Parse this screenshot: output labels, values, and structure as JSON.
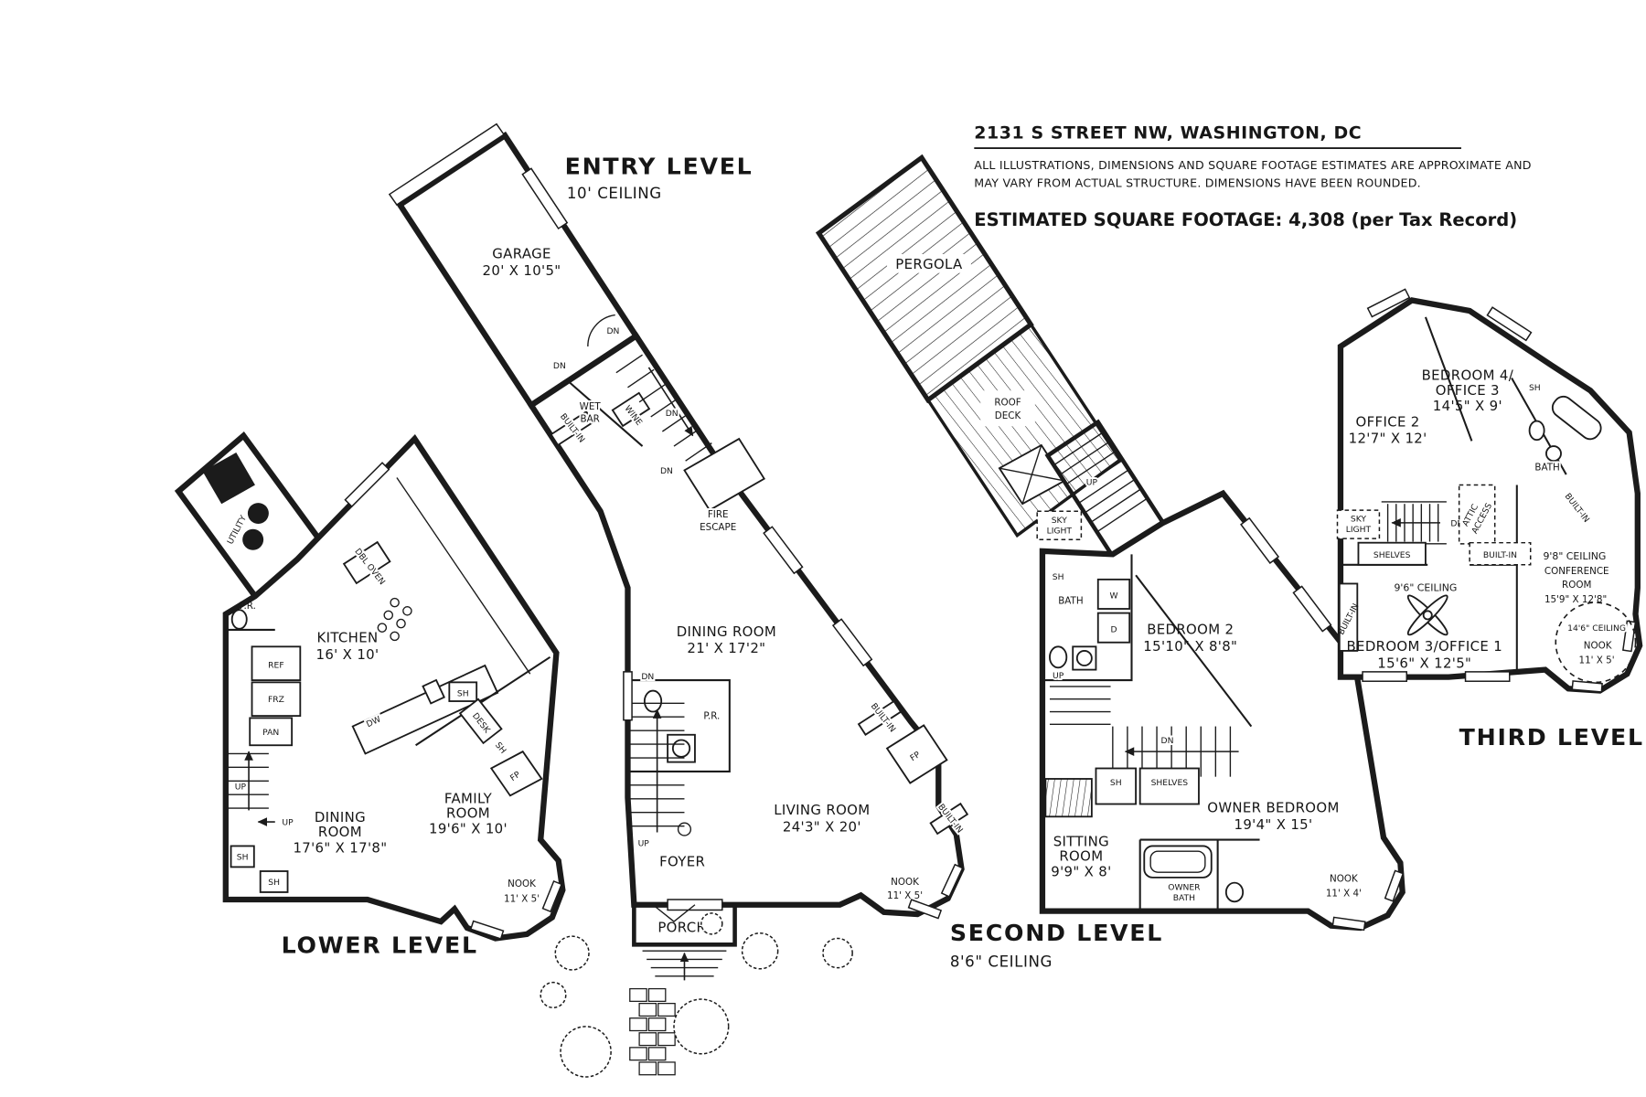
{
  "header": {
    "address": "2131 S STREET NW, WASHINGTON, DC",
    "disclaimer_line1": "ALL ILLUSTRATIONS, DIMENSIONS AND SQUARE FOOTAGE ESTIMATES ARE APPROXIMATE AND",
    "disclaimer_line2": "MAY VARY FROM ACTUAL STRUCTURE. DIMENSIONS HAVE BEEN ROUNDED.",
    "square_footage": "ESTIMATED SQUARE FOOTAGE: 4,308 (per Tax Record)"
  },
  "abbr": {
    "dn": "DN",
    "up": "UP",
    "sh": "SH",
    "fp": "FP",
    "pr": "P.R.",
    "dw": "DW",
    "w": "W",
    "d": "D",
    "ref": "REF",
    "frz": "FRZ",
    "pan": "PAN",
    "desk": "DESK",
    "wine": "WINE",
    "dbl_oven": "DBL OVEN",
    "built_in": "BUILT-IN",
    "shelves": "SHELVES",
    "utility": "UTILITY",
    "sky_light_1": "SKY",
    "sky_light_2": "LIGHT",
    "attic_access_1": "ATTIC",
    "attic_access_2": "ACCESS"
  },
  "entry": {
    "title": "ENTRY LEVEL",
    "ceiling": "10' CEILING",
    "garage": {
      "name": "GARAGE",
      "dims": "20' X 10'5\""
    },
    "wet_bar_1": "WET",
    "wet_bar_2": "BAR",
    "fire_escape_1": "FIRE",
    "fire_escape_2": "ESCAPE",
    "dining": {
      "name": "DINING ROOM",
      "dims": "21' X 17'2\""
    },
    "living": {
      "name": "LIVING ROOM",
      "dims": "24'3\" X 20'"
    },
    "foyer": "FOYER",
    "porch": "PORCH",
    "nook": {
      "name": "NOOK",
      "dims": "11' X 5'"
    }
  },
  "lower": {
    "title": "LOWER LEVEL",
    "kitchen": {
      "name": "KITCHEN",
      "dims": "16' X 10'"
    },
    "dining": {
      "name_1": "DINING",
      "name_2": "ROOM",
      "dims": "17'6\" X 17'8\""
    },
    "family": {
      "name_1": "FAMILY",
      "name_2": "ROOM",
      "dims": "19'6\" X 10'"
    },
    "nook": {
      "name": "NOOK",
      "dims": "11' X 5'"
    }
  },
  "second": {
    "title": "SECOND LEVEL",
    "ceiling": "8'6\" CEILING",
    "pergola": "PERGOLA",
    "roof_deck_1": "ROOF",
    "roof_deck_2": "DECK",
    "bath": "BATH",
    "bedroom2": {
      "name": "BEDROOM 2",
      "dims": "15'10\" X 8'8\""
    },
    "sitting": {
      "name_1": "SITTING",
      "name_2": "ROOM",
      "dims": "9'9\" X 8'"
    },
    "owner_bath_1": "OWNER",
    "owner_bath_2": "BATH",
    "owner_bedroom": {
      "name": "OWNER BEDROOM",
      "dims": "19'4\" X 15'"
    },
    "nook": {
      "name": "NOOK",
      "dims": "11' X 4'"
    }
  },
  "third": {
    "title": "THIRD LEVEL",
    "bedroom4": {
      "name_1": "BEDROOM 4/",
      "name_2": "OFFICE 3",
      "dims": "14'5\" X 9'"
    },
    "office2": {
      "name": "OFFICE 2",
      "dims": "12'7\" X 12'"
    },
    "bath": "BATH",
    "conference": {
      "ceiling": "9'8\" CEILING",
      "name_1": "CONFERENCE",
      "name_2": "ROOM",
      "dims": "15'9\" X 12'8\""
    },
    "bedroom3": {
      "ceiling": "9'6\" CEILING",
      "name": "BEDROOM 3/OFFICE 1",
      "dims": "15'6\" X 12'5\""
    },
    "nook": {
      "ceiling": "14'6\" CEILING",
      "name": "NOOK",
      "dims": "11' X 5'"
    }
  }
}
